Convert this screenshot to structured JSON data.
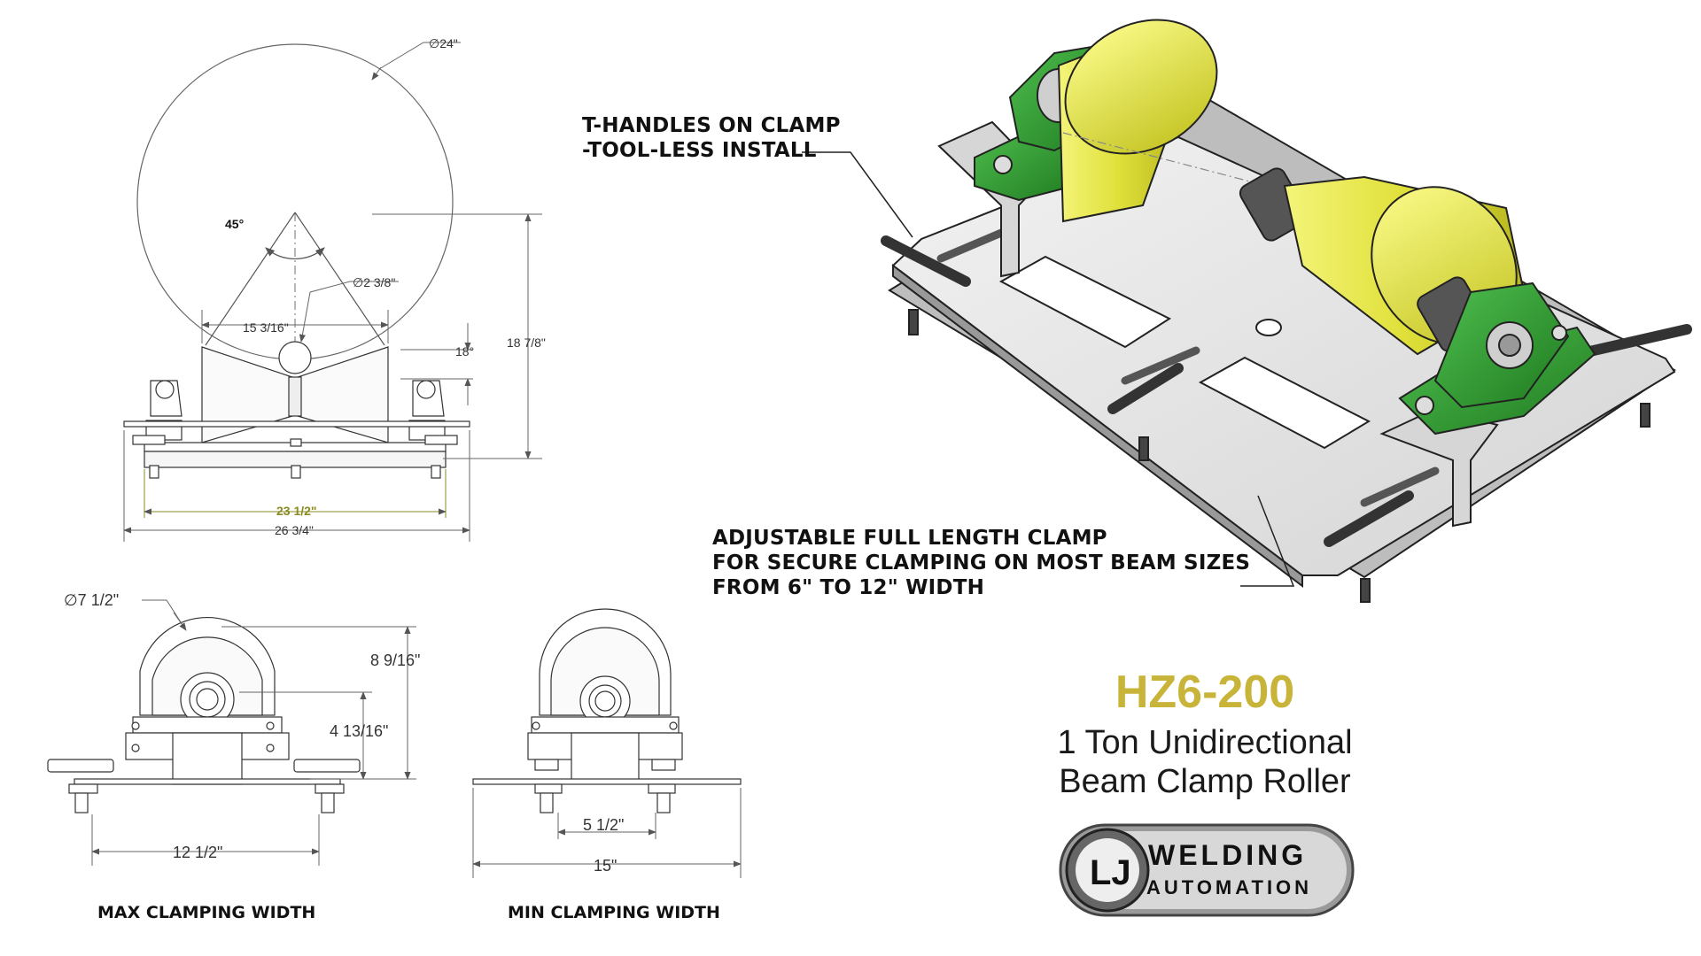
{
  "dimensions": {
    "roller_diameter": "∅24\"",
    "angle": "45°",
    "pipe_diameter": "∅2 3/8\"",
    "roller_span": "15 3/16\"",
    "cone_angle": "18°",
    "overall_height": "18 7/8\"",
    "inner_width": "23 1/2\"",
    "overall_width": "26 3/4\"",
    "wheel_diameter": "∅7 1/2\"",
    "max_height": "8 9/16\"",
    "axle_height": "4 13/16\"",
    "max_clamp_span": "12 1/2\"",
    "min_clamp_span": "5 1/2\"",
    "base_length": "15\""
  },
  "views": {
    "max_caption": "MAX CLAMPING WIDTH",
    "min_caption": "MIN CLAMPING WIDTH"
  },
  "callouts": {
    "t_handles": [
      "T-HANDLES ON CLAMP",
      "-TOOL-LESS INSTALL"
    ],
    "clamp": [
      "ADJUSTABLE FULL LENGTH CLAMP",
      "FOR SECURE CLAMPING ON MOST BEAM SIZES",
      "FROM 6\" TO 12\" WIDTH"
    ]
  },
  "product": {
    "model": "HZ6-200",
    "line1": "1 Ton Unidirectional",
    "line2": "Beam Clamp Roller"
  },
  "logo": {
    "mark": "LJ",
    "word1": "WELDING",
    "word2": "AUTOMATION"
  },
  "colors": {
    "roller_yellow": "#e8e84a",
    "bearing_green": "#2f9a2f",
    "model_gold": "#c9b43a",
    "dimension_green": "#8a8a20"
  }
}
